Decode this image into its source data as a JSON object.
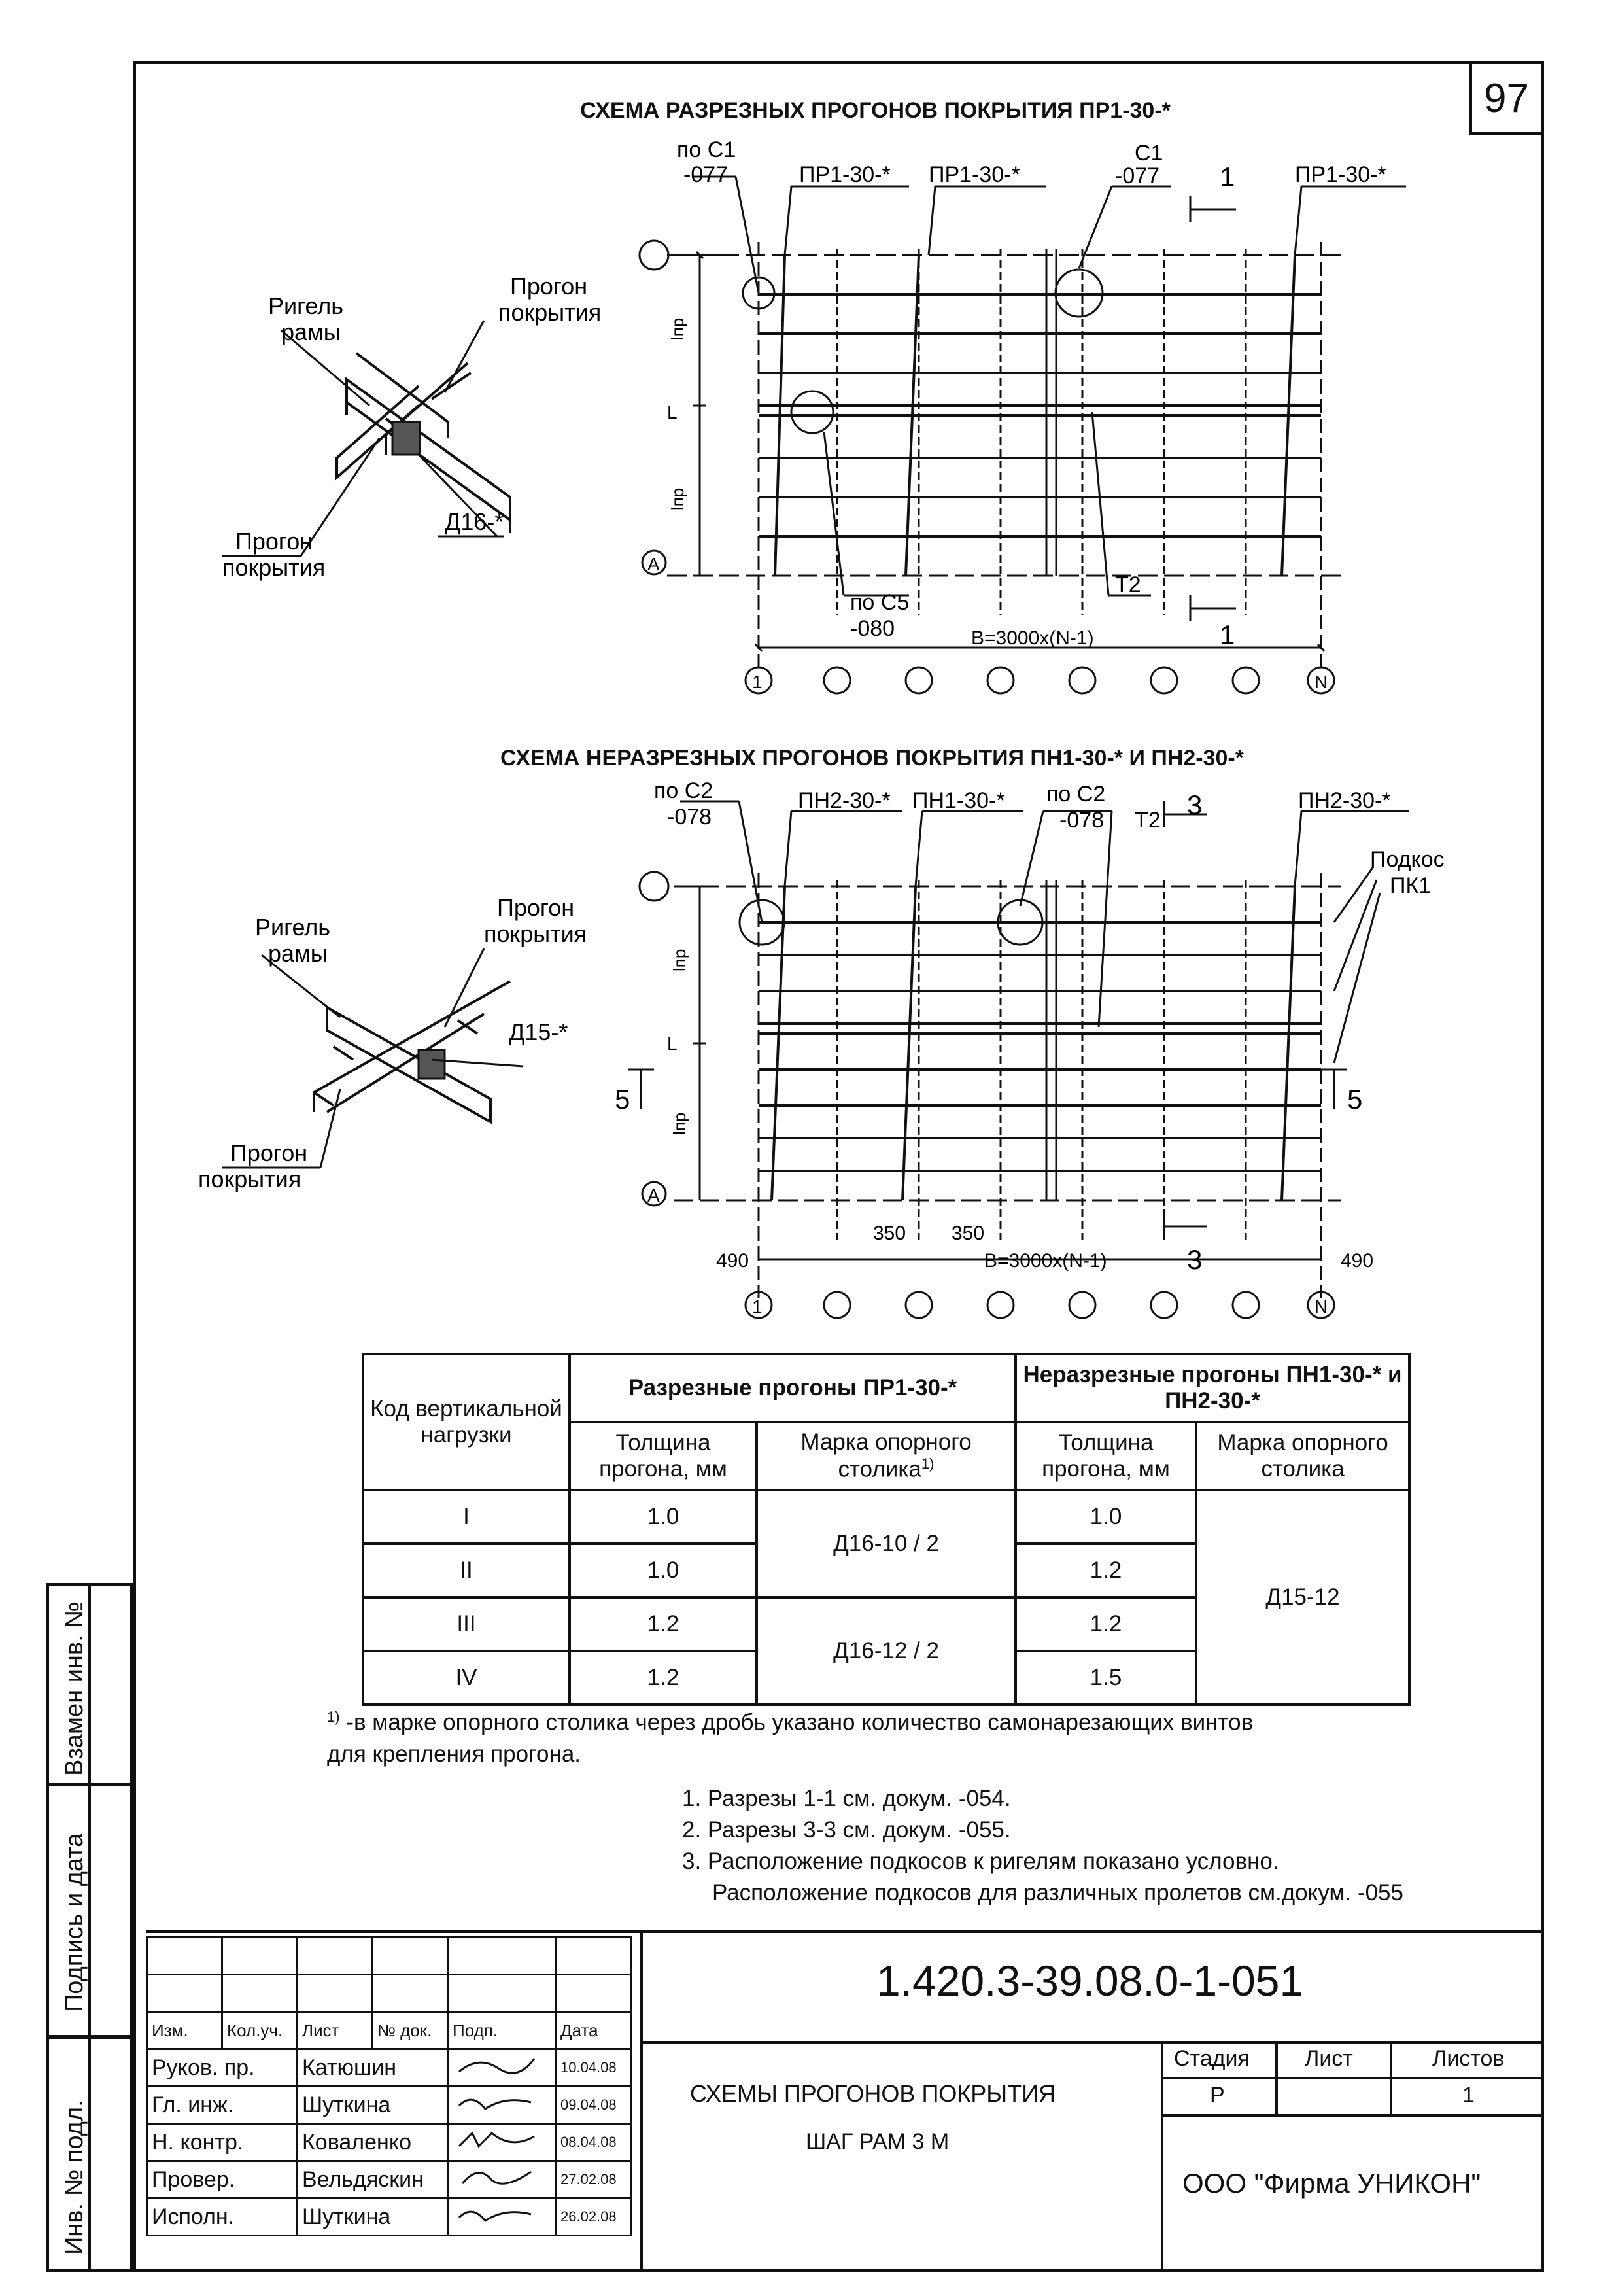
{
  "page_number": "97",
  "top_scheme": {
    "title": "СХЕМА РАЗРЕЗНЫХ ПРОГОНОВ ПОКРЫТИЯ ПР1-30-*",
    "labels": {
      "po_c1": "по С1",
      "c1_code": "-077",
      "pr1_a": "ПР1-30-*",
      "pr1_b": "ПР1-30-*",
      "c1": "С1",
      "c1_code2": "-077",
      "pr1_c": "ПР1-30-*",
      "section_num": "1",
      "section_num2": "1",
      "po_c5": "по С5",
      "c5_code": "-080",
      "t2": "Т2",
      "span": "В=3000х(N-1)",
      "l": "L",
      "lpr1": "lпр",
      "lpr2": "lпр",
      "axis_a": "А"
    },
    "axes": [
      "1",
      "",
      "",
      "",
      "",
      "",
      "",
      "N"
    ],
    "iso": {
      "rigel": "Ригель",
      "ramy": "рамы",
      "progon": "Прогон",
      "pokrytiya": "покрытия",
      "progon2": "Прогон",
      "pokrytiya2": "покрытия",
      "support": "Д16-*"
    }
  },
  "bottom_scheme": {
    "title": "СХЕМА НЕРАЗРЕЗНЫХ ПРОГОНОВ ПОКРЫТИЯ ПН1-30-*  И ПН2-30-*",
    "labels": {
      "po_c2": "по С2",
      "c2_code": "-078",
      "pn2_a": "ПН2-30-*",
      "pn1": "ПН1-30-*",
      "po_c2b": "по С2",
      "c2_code2": "-078",
      "t2": "Т2",
      "section3": "3",
      "section3b": "3",
      "pn2_b": "ПН2-30-*",
      "podkos": "Подкос",
      "pk1": "ПК1",
      "sec5l": "5",
      "sec5r": "5",
      "d350a": "350",
      "d350b": "350",
      "d490a": "490",
      "d490b": "490",
      "span": "В=3000х(N-1)",
      "l": "L",
      "lpr1": "lпр",
      "lpr2": "lпр",
      "axis_a": "А"
    },
    "axes": [
      "1",
      "",
      "",
      "",
      "",
      "",
      "",
      "N"
    ],
    "iso": {
      "rigel": "Ригель",
      "ramy": "рамы",
      "progon": "Прогон",
      "pokrytiya": "покрытия",
      "progon2": "Прогон",
      "pokrytiya2": "покрытия",
      "support": "Д15-*"
    }
  },
  "table": {
    "col_code": "Код вертикальной нагрузки",
    "split_head": "Разрезные прогоны ПР1-30-*",
    "cont_head": "Неразрезные прогоны ПН1-30-* и ПН2-30-*",
    "thick": "Толщина прогона, мм",
    "mark": "Марка опорного столика",
    "mark_sup": "1)",
    "thick2": "Толщина прогона, мм",
    "mark2": "Марка опорного столика",
    "rows": [
      {
        "code": "I",
        "t1": "1.0",
        "t2": "1.0"
      },
      {
        "code": "II",
        "t1": "1.0",
        "t2": "1.2"
      },
      {
        "code": "III",
        "t1": "1.2",
        "t2": "1.2"
      },
      {
        "code": "IV",
        "t1": "1.2",
        "t2": "1.5"
      }
    ],
    "mark_a": "Д16-10 / 2",
    "mark_b": "Д16-12 / 2",
    "mark_c": "Д15-12"
  },
  "footnote": {
    "sup": "1)",
    "line1": " -в марке опорного столика через дробь указано количество самонарезающих винтов",
    "line2": "для крепления прогона."
  },
  "notes": [
    "1. Разрезы 1-1 см. докум. -054.",
    "2. Разрезы 3-3 см. докум. -055.",
    "3. Расположение подкосов к ригелям показано условно.",
    "Расположение подкосов для различных пролетов см.докум. -055"
  ],
  "side": {
    "zamen": "Взамен инв. №",
    "podpis": "Подпись и дата",
    "inv": "Инв. № подл."
  },
  "stamp": {
    "doc_number": "1.420.3-39.08.0-1-051",
    "headers": [
      "Изм.",
      "Кол.уч.",
      "Лист",
      "№ док.",
      "Подп.",
      "Дата"
    ],
    "rows": [
      {
        "role": "Руков. пр.",
        "name": "Катюшин",
        "date": "10.04.08"
      },
      {
        "role": "Гл. инж.",
        "name": "Шуткина",
        "date": "09.04.08"
      },
      {
        "role": "Н. контр.",
        "name": "Коваленко",
        "date": "08.04.08"
      },
      {
        "role": "Провер.",
        "name": "Вельдяскин",
        "date": "27.02.08"
      },
      {
        "role": "Исполн.",
        "name": "Шуткина",
        "date": "26.02.08"
      }
    ],
    "title1": "СХЕМЫ ПРОГОНОВ ПОКРЫТИЯ",
    "title2": "ШАГ РАМ  3 М",
    "stage_h": "Стадия",
    "sheet_h": "Лист",
    "sheets_h": "Листов",
    "stage": "Р",
    "sheet": "",
    "sheets": "1",
    "company": "ООО \"Фирма УНИКОН\""
  }
}
